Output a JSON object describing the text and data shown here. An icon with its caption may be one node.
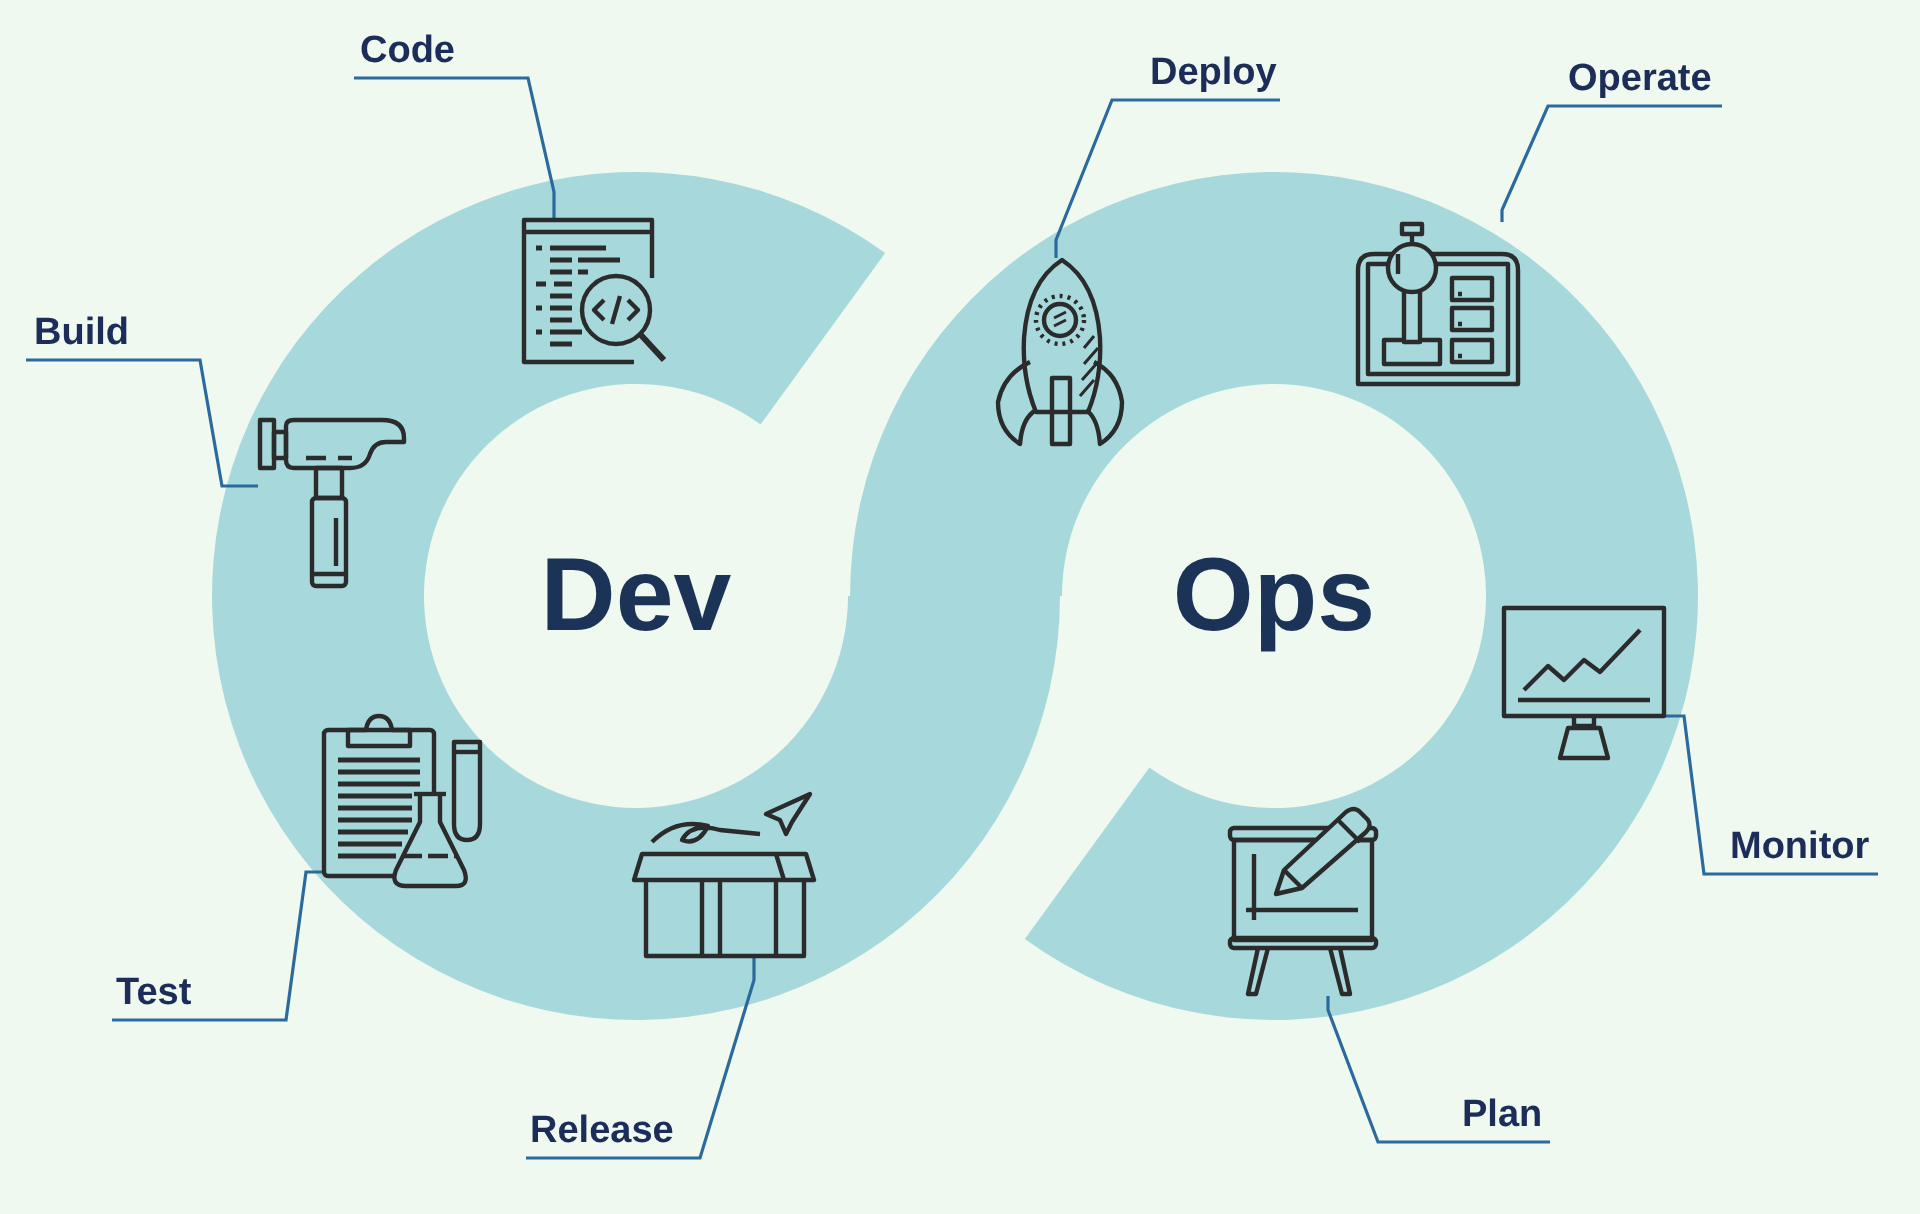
{
  "diagram": {
    "nodes": [
      {
        "text": [
          "Code"
        ]
      },
      {
        "text": [
          "Deploy"
        ]
      },
      {
        "text": [
          "Operate"
        ]
      },
      {
        "text": [
          "Build"
        ]
      },
      {
        "text": [
          "Monitor"
        ]
      },
      {
        "text": [
          "Test"
        ]
      },
      {
        "text": [
          "Plan"
        ]
      },
      {
        "text": [
          "Release"
        ]
      },
      {
        "text": [],
        "shape": "picture"
      },
      {
        "text": [],
        "shape": "picture"
      },
      {
        "text": [],
        "shape": "picture"
      },
      {
        "text": [],
        "shape": "picture"
      },
      {
        "text": [],
        "shape": "picture"
      },
      {
        "text": [],
        "shape": "picture"
      },
      {
        "text": [],
        "shape": "picture"
      },
      {
        "text": [],
        "shape": "picture"
      }
    ],
    "edges": [
      {
        "from": 0,
        "to": 8,
        "arrow": "none"
      },
      {
        "from": 1,
        "to": 9,
        "arrow": "none"
      },
      {
        "from": 2,
        "to": 10,
        "arrow": "none"
      },
      {
        "from": 3,
        "to": 11,
        "arrow": "none"
      },
      {
        "from": 4,
        "to": 12,
        "arrow": "none"
      },
      {
        "from": 5,
        "to": 13,
        "arrow": "none"
      },
      {
        "from": 6,
        "to": 14,
        "arrow": "none"
      },
      {
        "from": 7,
        "to": 15,
        "arrow": "none"
      }
    ],
    "labels": [
      "Dev",
      "Ops"
    ]
  }
}
